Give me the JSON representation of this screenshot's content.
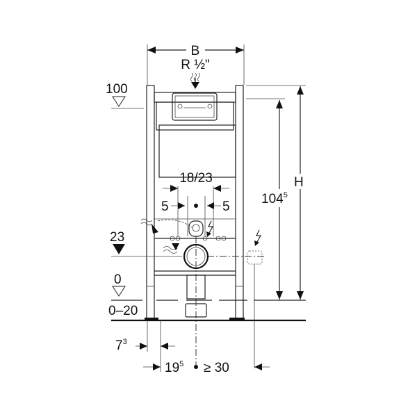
{
  "labels": {
    "width": "B",
    "thread": "R ½\"",
    "level_top": "100",
    "height": "H",
    "height_1045": {
      "base": "104",
      "sup": "5"
    },
    "flush_spacing": "18/23",
    "offset_left": "5",
    "offset_right": "5",
    "level_23": "23",
    "level_0": "0",
    "floor_range": "0–20",
    "dist_73": {
      "base": "7",
      "sup": "3"
    },
    "dist_195": {
      "base": "19",
      "sup": "5"
    },
    "dist_min30": "≥ 30"
  }
}
